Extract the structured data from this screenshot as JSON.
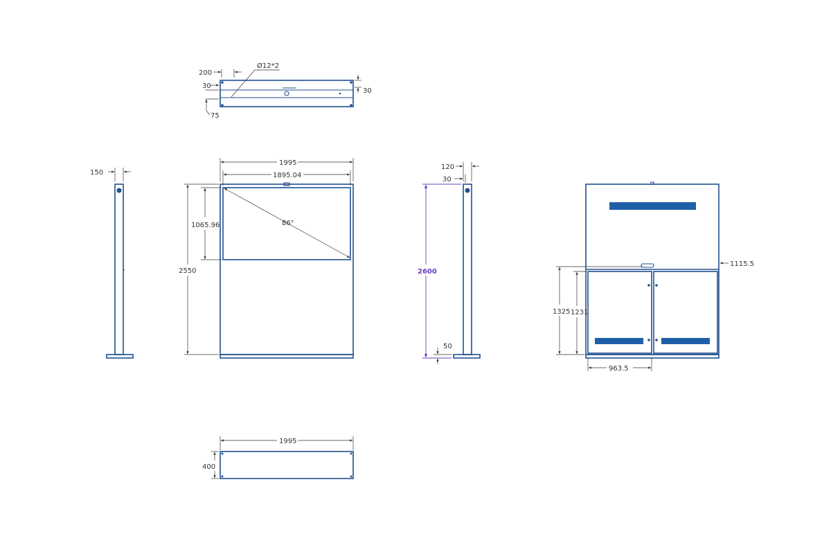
{
  "top_view": {
    "dim_200": "200",
    "dim_30_left": "30",
    "dim_30_right": "30",
    "dim_75": "75",
    "dim_hole": "Ø12*2"
  },
  "side_view_left": {
    "dim_150": "150"
  },
  "front_view": {
    "dim_1995": "1995",
    "dim_1895": "1895.04",
    "dim_1065": "1065.96",
    "dim_2550": "2550",
    "dim_diag": "86\""
  },
  "side_view_right": {
    "dim_120": "120",
    "dim_30": "30",
    "dim_2600": "2600",
    "dim_50": "50"
  },
  "rear_view": {
    "dim_1115": "1115.5",
    "dim_1325": "1325",
    "dim_1231": "1231",
    "dim_963": "963.5"
  },
  "base_plate_view": {
    "dim_1995": "1995",
    "dim_400": "400"
  },
  "colors": {
    "outline": "#1f4f8f",
    "panel_fill": "#1f5fa8",
    "highlight_dimension": "#6a3fbf"
  }
}
